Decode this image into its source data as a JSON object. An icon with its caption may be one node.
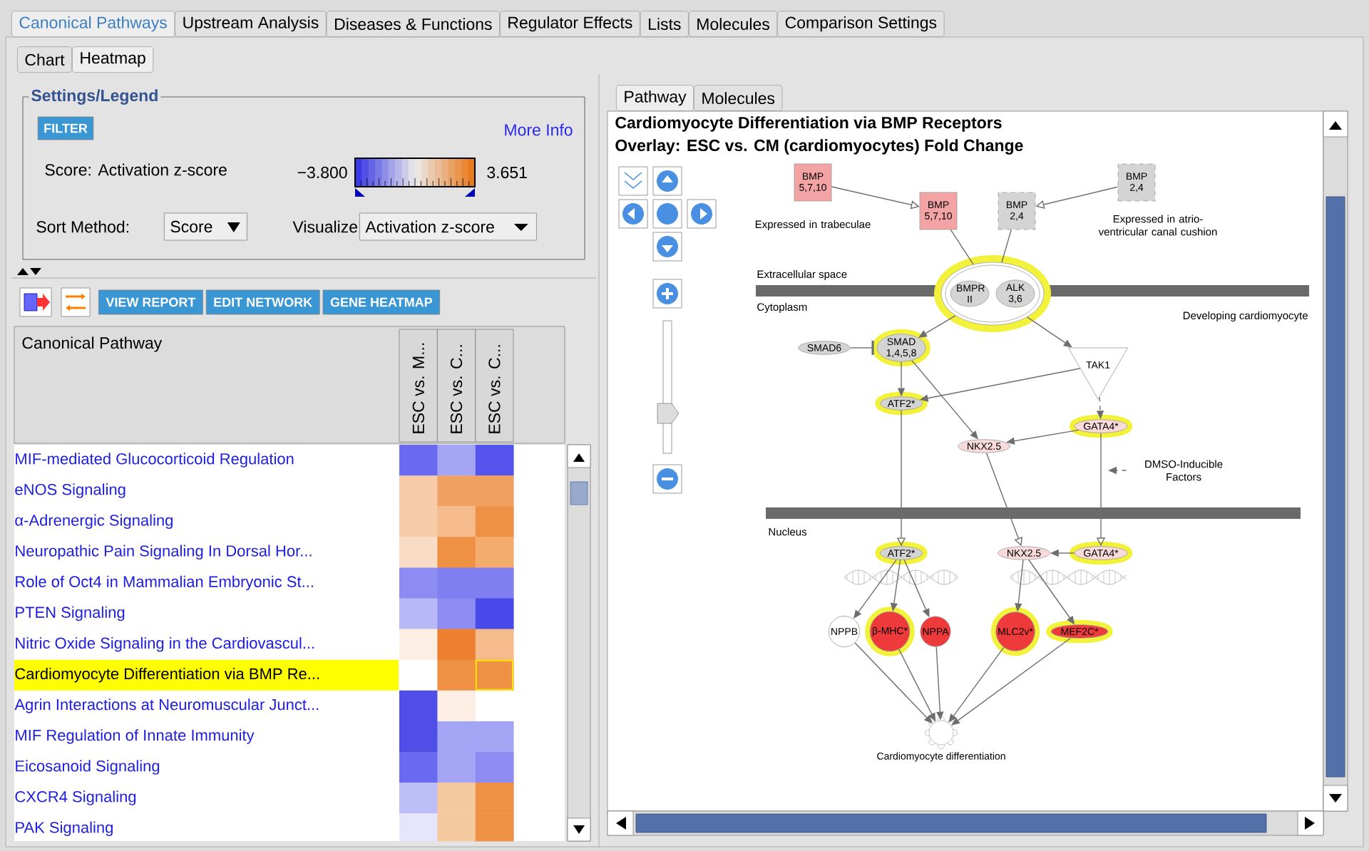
{
  "diagram": {
    "title": "Cardiomyocyte Differentiation via BMP Receptors",
    "nodes": [
      {
        "text": [
          "BMP 5,7,10"
        ],
        "beside": [
          "Expressed in trabeculae"
        ]
      },
      {
        "text": [
          "BMP 5,7,10"
        ]
      },
      {
        "text": [
          "BMP 2,4"
        ]
      },
      {
        "text": [
          "BMP 2,4"
        ],
        "beside": [
          "Expressed in atrio-ventricular canal cushion"
        ]
      },
      {
        "text": [],
        "shape": "circle"
      },
      {
        "text": [
          "BMPR II"
        ],
        "in": 4
      },
      {
        "text": [
          "ALK 3,6"
        ],
        "in": 4
      },
      {
        "text": [
          "SMAD6"
        ]
      },
      {
        "text": [
          "SMAD 1,4,5,8"
        ]
      },
      {
        "text": [
          "TAK1"
        ]
      },
      {
        "text": [
          "ATF2*"
        ]
      },
      {
        "text": [
          "GATA4*"
        ]
      },
      {
        "text": [
          "NKX2.5"
        ]
      },
      {
        "text": [
          "DMSO-Inducible Factors"
        ]
      },
      {
        "text": [
          "ATF2*"
        ]
      },
      {
        "text": [
          "NKX2.5"
        ]
      },
      {
        "text": [
          "GATA4*"
        ]
      },
      {
        "text": [
          "NPPB"
        ]
      },
      {
        "text": [
          "β-MHC*"
        ]
      },
      {
        "text": [
          "NPPA"
        ]
      },
      {
        "text": [
          "MLC2v*"
        ]
      },
      {
        "text": [
          "MEF2C*"
        ]
      },
      {
        "text": [
          "Cardiomyocyte differentiation"
        ]
      }
    ],
    "edges": [
      {
        "from": 0,
        "to": 1,
        "arrow": "to"
      },
      {
        "from": 3,
        "to": 2,
        "arrow": "to"
      },
      {
        "from": 1,
        "to": 4,
        "arrow": "none"
      },
      {
        "from": 2,
        "to": 4,
        "arrow": "none"
      },
      {
        "from": 4,
        "to": 8,
        "arrow": "to"
      },
      {
        "from": 4,
        "to": 9,
        "arrow": "to"
      },
      {
        "from": 7,
        "to": 8,
        "arrow": "other"
      },
      {
        "from": 8,
        "to": 10,
        "arrow": "to"
      },
      {
        "from": 8,
        "to": 12,
        "arrow": "to"
      },
      {
        "from": 9,
        "to": 10,
        "arrow": "to"
      },
      {
        "from": 9,
        "to": 11,
        "arrow": "to",
        "style": "dashed"
      },
      {
        "from": 11,
        "to": 12,
        "arrow": "to"
      },
      {
        "from": 13,
        "to": null,
        "arrow": "to",
        "style": "dashed"
      },
      {
        "from": 10,
        "to": 14,
        "arrow": "to"
      },
      {
        "from": 12,
        "to": 15,
        "arrow": "to"
      },
      {
        "from": 11,
        "to": 16,
        "arrow": "to"
      },
      {
        "from": 16,
        "to": 15,
        "arrow": "to"
      },
      {
        "from": 14,
        "to": 17,
        "arrow": "to"
      },
      {
        "from": 14,
        "to": 18,
        "arrow": "to"
      },
      {
        "from": 14,
        "to": 19,
        "arrow": "to"
      },
      {
        "from": 15,
        "to": 20,
        "arrow": "to"
      },
      {
        "from": 15,
        "to": 21,
        "arrow": "to"
      },
      {
        "from": 17,
        "to": 22,
        "arrow": "to"
      },
      {
        "from": 18,
        "to": 22,
        "arrow": "to"
      },
      {
        "from": 19,
        "to": 22,
        "arrow": "to"
      },
      {
        "from": 20,
        "to": 22,
        "arrow": "to"
      },
      {
        "from": 21,
        "to": 22,
        "arrow": "to"
      }
    ],
    "labels": [
      "Canonical Pathways",
      "Upstream Analysis",
      "Diseases & Functions",
      "Regulator Effects",
      "Lists",
      "Molecules",
      "Comparison Settings",
      "Chart",
      "Heatmap",
      "Settings/Legend",
      "FILTER",
      "More Info",
      "Score: Activation z-score",
      "−3.800",
      "3.651",
      "Sort Method:",
      "Score",
      "Visualize:",
      "Activation z-score",
      "VIEW REPORT",
      "EDIT NETWORK",
      "GENE HEATMAP",
      "Canonical Pathway",
      "ESC vs. M...",
      "ESC vs. C...",
      "ESC vs. C...",
      "MIF-mediated Glucocorticoid Regulation",
      "eNOS Signaling",
      "α-Adrenergic Signaling",
      "Neuropathic Pain Signaling In Dorsal Hor...",
      "Role of Oct4 in Mammalian Embryonic St...",
      "PTEN Signaling",
      "Nitric Oxide Signaling in the Cardiovascul...",
      "Cardiomyocyte Differentiation via BMP Re...",
      "Agrin Interactions at Neuromuscular Junct...",
      "MIF Regulation of Innate Immunity",
      "Eicosanoid Signaling",
      "CXCR4 Signaling",
      "PAK Signaling",
      "Pathway",
      "Molecules",
      "Overlay: ESC vs. CM (cardiomyocytes) Fold Change",
      "Extracellular space",
      "Cytoplasm",
      "Developing cardiomyocyte",
      "Nucleus"
    ]
  }
}
